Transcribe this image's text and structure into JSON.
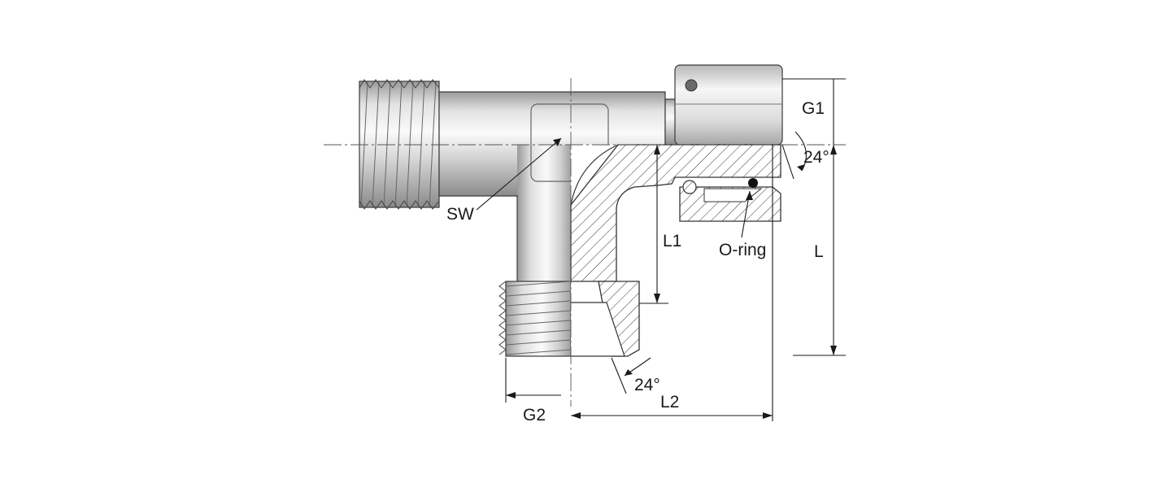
{
  "diagram": {
    "labels": {
      "g1": "G1",
      "g2": "G2",
      "sw": "SW",
      "l": "L",
      "l1": "L1",
      "l2": "L2",
      "oring": "O-ring",
      "angle_top": "24°",
      "angle_bottom": "24°"
    },
    "colors": {
      "metal_light": "#f4f4f4",
      "metal_mid": "#c9c9c9",
      "metal_dark": "#8c8c8c",
      "line": "#1a1a1a"
    }
  }
}
